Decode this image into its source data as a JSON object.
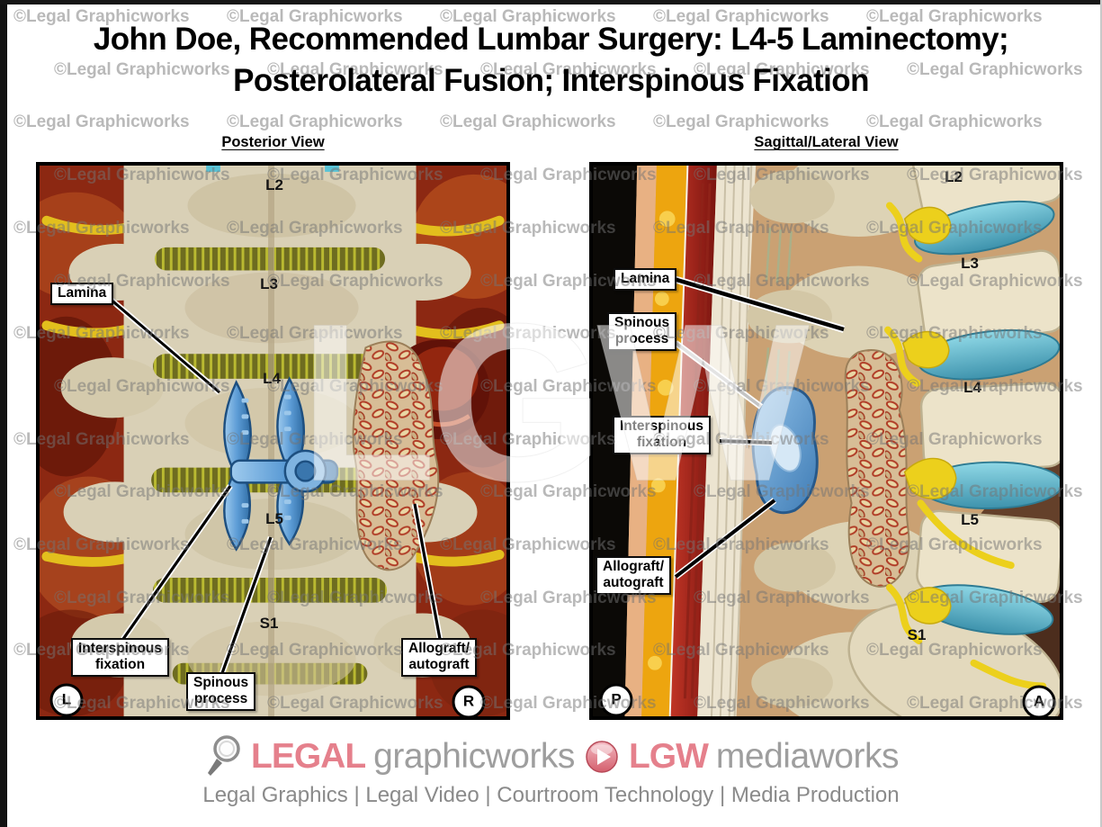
{
  "page": {
    "title_line1": "John Doe, Recommended Lumbar Surgery: L4-5 Laminectomy;",
    "title_line2": "Posterolateral Fusion; Interspinous Fixation"
  },
  "watermark": {
    "tile_text": "©Legal Graphicworks",
    "center_text": "LGW"
  },
  "panels": {
    "left": {
      "view_title": "Posterior View",
      "vertebrae": [
        "L2",
        "L3",
        "L4",
        "L5",
        "S1"
      ],
      "callouts": {
        "lamina": "Lamina",
        "interspinous_fixation": "Interspinous\nfixation",
        "spinous_process": "Spinous\nprocess",
        "allograft": "Allograft/\nautograft"
      },
      "orientation": {
        "left": "L",
        "right": "R"
      }
    },
    "right": {
      "view_title": "Sagittal/Lateral View",
      "vertebrae": [
        "L2",
        "L3",
        "L4",
        "L5",
        "S1"
      ],
      "callouts": {
        "lamina": "Lamina",
        "spinous_process": "Spinous\nprocess",
        "interspinous_fixation": "Interspinous\nfixation",
        "allograft": "Allograft/\nautograft"
      },
      "orientation": {
        "left": "P",
        "right": "A"
      }
    }
  },
  "footer": {
    "graphicworks_bold": "LEGAL",
    "graphicworks_text": "graphicworks",
    "mediaworks_bold": "LGW",
    "mediaworks_text": "mediaworks",
    "tagline": "Legal Graphics | Legal Video | Courtroom Technology | Media Production"
  },
  "icons": {
    "magnifier": "magnifier-icon",
    "play": "play-icon"
  },
  "colors": {
    "brand_pink": "#e5808c",
    "brand_gray": "#9e9e9e",
    "tagline_gray": "#8a8a8a",
    "device_blue": "#5b9bd5",
    "disc_teal": "#4fa3b8",
    "nerve_yellow": "#e8c61e",
    "muscle_red": "#8c2812",
    "bone_cream": "#d9d0b6"
  }
}
